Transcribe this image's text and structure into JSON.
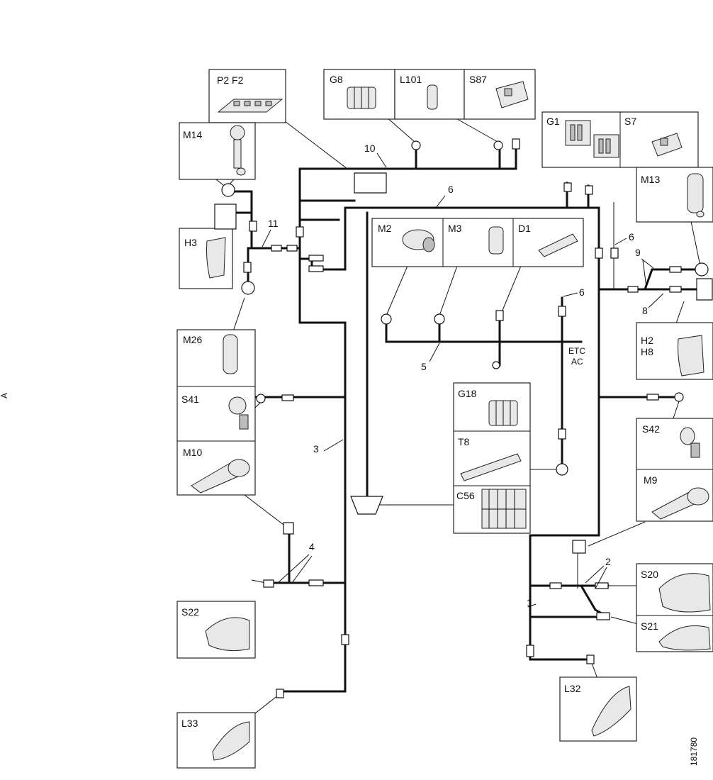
{
  "diagram": {
    "components": {
      "p2f2": "P2 F2",
      "g8": "G8",
      "l101": "L101",
      "s87": "S87",
      "g1": "G1",
      "s7": "S7",
      "m14": "M14",
      "m13": "M13",
      "h3": "H3",
      "m2": "M2",
      "m3": "M3",
      "d1": "D1",
      "h2": "H2",
      "h8": "H8",
      "m26": "M26",
      "s41": "S41",
      "g18": "G18",
      "t8": "T8",
      "m10": "M10",
      "s42": "S42",
      "m9": "M9",
      "c56": "C56",
      "s20": "S20",
      "s21": "S21",
      "s22": "S22",
      "l32": "L32",
      "l33": "L33"
    },
    "callouts": {
      "n1": "1",
      "n2": "2",
      "n3": "3",
      "n4": "4",
      "n5": "5",
      "n6a": "6",
      "n6b": "6",
      "n6c": "6",
      "n8": "8",
      "n9": "9",
      "n10": "10",
      "n11": "11"
    },
    "etc_label": "ETC",
    "ac_label": "AC",
    "figure_code": "181780",
    "page_mark": "A"
  }
}
